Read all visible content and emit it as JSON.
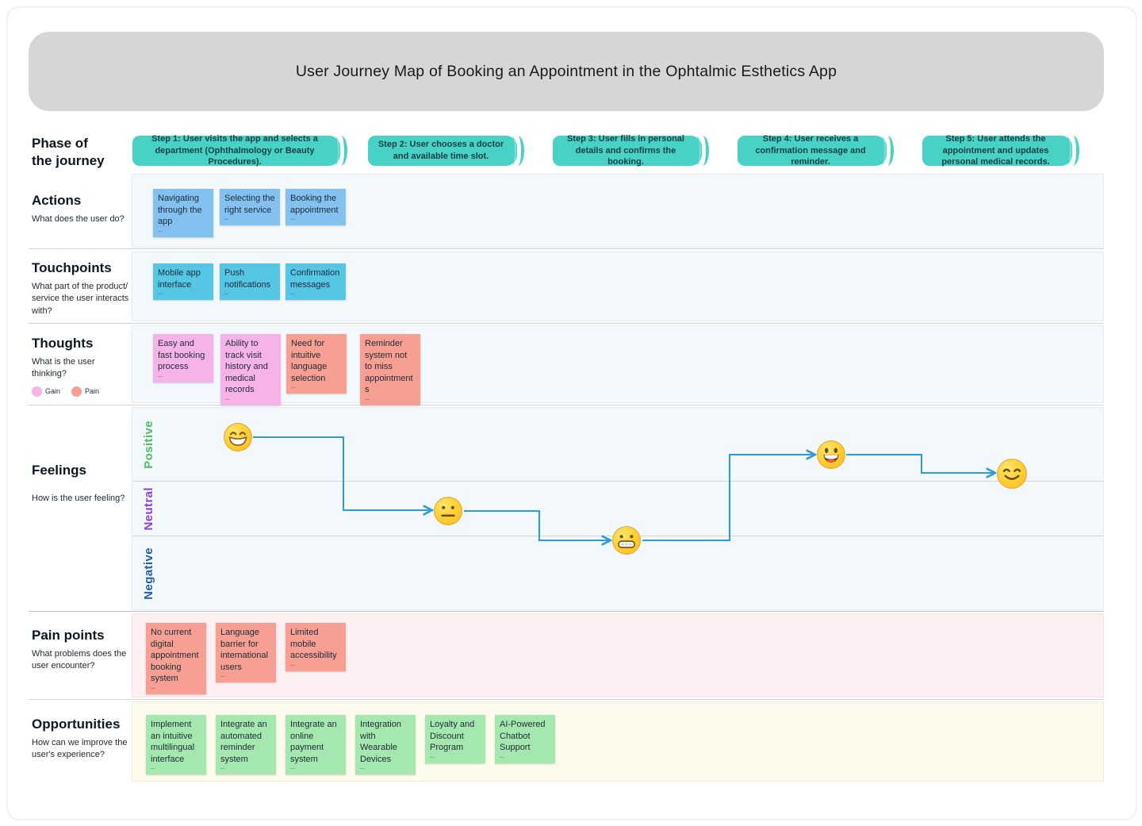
{
  "title": "User Journey Map of Booking an Appointment in the Ophtalmic Esthetics App",
  "dash": "–",
  "colors": {
    "phase_banner": "#48d1c5",
    "actions_note": "#82c1f0",
    "touchpoints_note": "#55c6e4",
    "gain_note": "#f6b3e8",
    "pain_note": "#f79f92",
    "opportunity_note": "#a5e8af",
    "connector": "#2d9bd8",
    "row_background": "#f3f8fc",
    "pain_row_background": "#fdeff2",
    "opportunities_row_background": "#fdfbec",
    "title_banner_background": "#d6d6d6"
  },
  "phases": {
    "label": "Phase of the journey",
    "steps": [
      "Step 1: User visits the app and selects a department (Ophthalmology or Beauty Procedures).",
      "Step 2: User chooses a doctor and available time slot.",
      "Step 3: User fills in personal details and confirms the booking.",
      "Step 4: User receives a confirmation message and reminder.",
      "Step 5: User attends the appointment and updates personal medical records."
    ]
  },
  "rows": {
    "actions": {
      "label": "Actions",
      "question": "What does the user do?",
      "notes": [
        "Navigating through the app",
        "Selecting the right service",
        "Booking the appointment"
      ]
    },
    "touchpoints": {
      "label": "Touchpoints",
      "question": "What part of the product/ service the user interacts with?",
      "notes": [
        "Mobile app interface",
        "Push notifications",
        "Confirmation messages"
      ]
    },
    "thoughts": {
      "label": "Thoughts",
      "question": "What is the user thinking?",
      "legend": [
        {
          "label": "Gain",
          "color": "#f6b3e8"
        },
        {
          "label": "Pain",
          "color": "#f79f92"
        }
      ],
      "notes": [
        {
          "text": "Easy and fast booking process",
          "type": "gain"
        },
        {
          "text": "Ability to track visit history and medical records",
          "type": "gain"
        },
        {
          "text": "Need for intuitive language selection",
          "type": "pain"
        },
        {
          "text": "Reminder system not to miss appointments",
          "type": "pain"
        }
      ]
    },
    "feelings": {
      "label": "Feelings",
      "question": "How is the user feeling?",
      "bands": [
        {
          "label": "Positive",
          "color": "#4fc062"
        },
        {
          "label": "Neutral",
          "color": "#8a41d8"
        },
        {
          "label": "Negative",
          "color": "#1f5fb0"
        }
      ],
      "emojis": [
        {
          "name": "beaming-face",
          "band": "positive"
        },
        {
          "name": "neutral-face",
          "band": "neutral"
        },
        {
          "name": "grimacing-face",
          "band": "neutral"
        },
        {
          "name": "grinning-face",
          "band": "positive"
        },
        {
          "name": "smiling-face",
          "band": "positive"
        }
      ]
    },
    "pain_points": {
      "label": "Pain points",
      "question": "What problems does the user encounter?",
      "notes": [
        "No current digital appointment booking system",
        "Language barrier for international users",
        "Limited mobile accessibility"
      ]
    },
    "opportunities": {
      "label": "Opportunities",
      "question": "How can we improve the user's experience?",
      "notes": [
        "Implement an intuitive multilingual interface",
        "Integrate an automated reminder system",
        "Integrate an online payment system",
        "Integration with Wearable Devices",
        "Loyalty and Discount Program",
        "AI-Powered Chatbot Support"
      ]
    }
  }
}
